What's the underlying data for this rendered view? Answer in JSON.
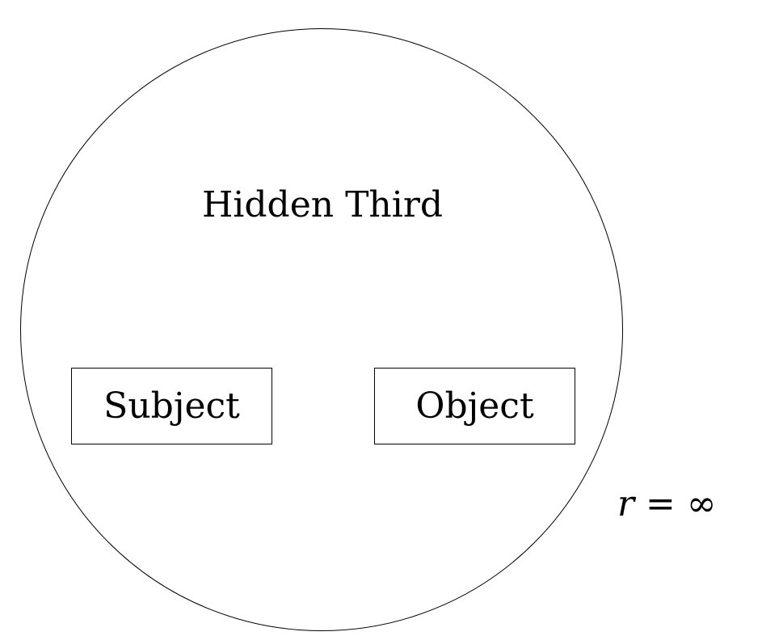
{
  "diagram": {
    "title": "Hidden Third",
    "nodes": [
      {
        "label": "Subject"
      },
      {
        "label": "Object"
      }
    ],
    "radius_label": {
      "variable": "r",
      "operator": " = ",
      "value": "∞"
    }
  }
}
